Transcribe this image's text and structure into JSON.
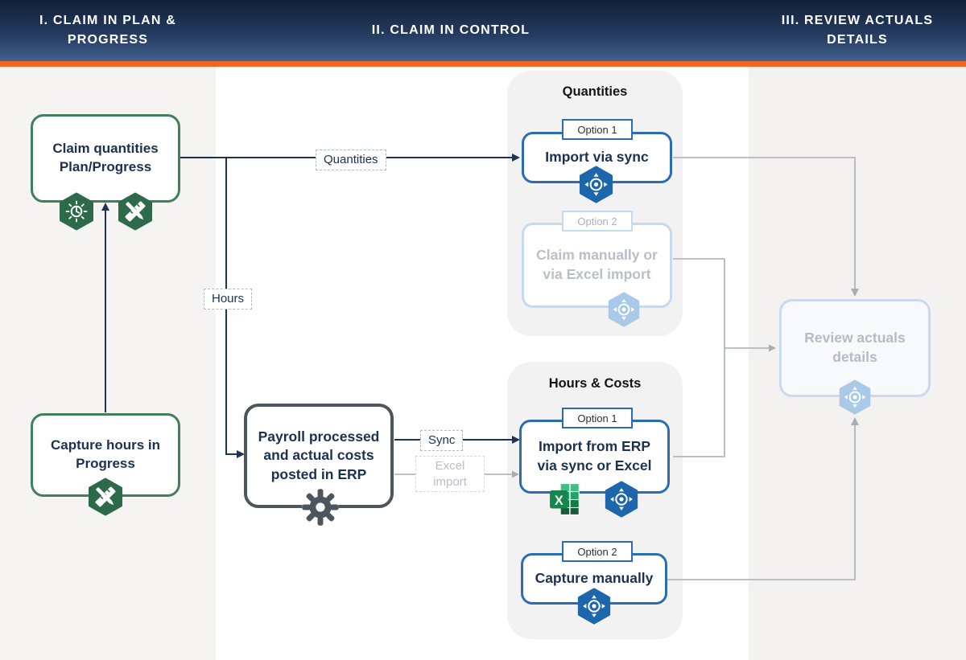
{
  "header": {
    "stage1": "I. Claim in Plan & Progress",
    "stage2": "II. Claim in Control",
    "stage3": "III. Review Actuals Details"
  },
  "plan": {
    "claim_quantities_label": "Claim quantities Plan/Progress",
    "capture_hours_label": "Capture hours in Progress"
  },
  "control": {
    "quantities": {
      "title": "Quantities",
      "option1_tag": "Option 1",
      "option1_label": "Import via sync",
      "option2_tag": "Option 2",
      "option2_label": "Claim manually or via Excel import"
    },
    "hours_costs": {
      "title": "Hours & Costs",
      "option1_tag": "Option 1",
      "option1_label": "Import from ERP via sync or Excel",
      "option2_tag": "Option 2",
      "option2_label": "Capture manually"
    },
    "payroll_label": "Payroll processed and actual costs posted in ERP"
  },
  "review": {
    "label": "Review actuals details"
  },
  "edges": {
    "quantities": "Quantities",
    "hours": "Hours",
    "sync": "Sync",
    "excel_import": "Excel import"
  },
  "icons": {
    "progress": "progress-clock-icon",
    "plan": "plan-ruler-pencil-icon",
    "control": "control-sync-hexagon-icon",
    "erp": "gear-icon",
    "excel": "excel-icon"
  },
  "colors": {
    "accent_orange": "#f1671f",
    "header_navy_top": "#111f38",
    "header_navy_bottom": "#41608c",
    "green_border": "#41805a",
    "green_icon": "#2c6a49",
    "blue_border": "#2c6cb4",
    "blue_icon": "#1d66ab",
    "faded_blue": "#c7d9ee",
    "navy_text": "#1c3150",
    "gray_line": "#a9aeb5",
    "dark_gray": "#4e565d"
  }
}
